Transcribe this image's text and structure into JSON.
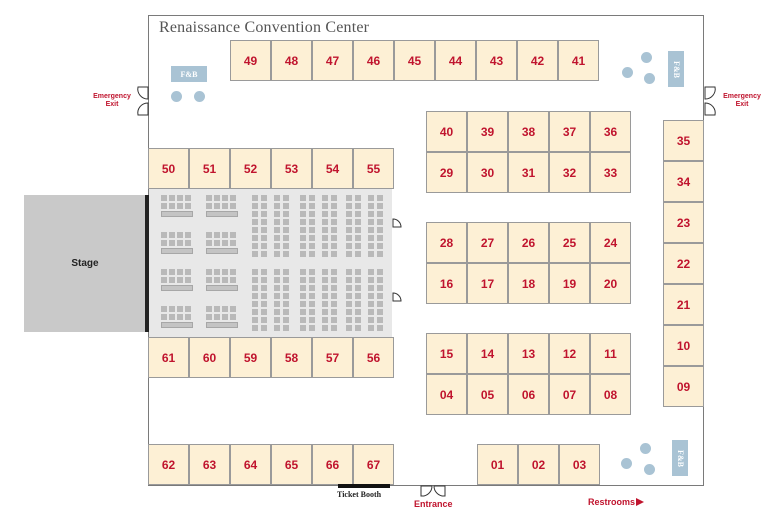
{
  "venue": {
    "title": "Renaissance Convention Center"
  },
  "stage": {
    "label": "Stage"
  },
  "labels": {
    "fb": "F&B",
    "emergency_exit": "Emergency Exit",
    "ticket_booth": "Ticket Booth",
    "entrance": "Entrance",
    "restrooms": "Restrooms"
  },
  "booths": {
    "top_row": [
      "49",
      "48",
      "47",
      "46",
      "45",
      "44",
      "43",
      "42",
      "41"
    ],
    "upper_left_row": [
      "50",
      "51",
      "52",
      "53",
      "54",
      "55"
    ],
    "lower_left_row": [
      "61",
      "60",
      "59",
      "58",
      "57",
      "56"
    ],
    "bottom_left_row": [
      "62",
      "63",
      "64",
      "65",
      "66",
      "67"
    ],
    "bottom_right_row": [
      "01",
      "02",
      "03"
    ],
    "block_a_top": [
      "40",
      "39",
      "38",
      "37",
      "36"
    ],
    "block_a_bottom": [
      "29",
      "30",
      "31",
      "32",
      "33"
    ],
    "block_b_top": [
      "28",
      "27",
      "26",
      "25",
      "24"
    ],
    "block_b_bottom": [
      "16",
      "17",
      "18",
      "19",
      "20"
    ],
    "block_c_top": [
      "15",
      "14",
      "13",
      "12",
      "11"
    ],
    "block_c_bottom": [
      "04",
      "05",
      "06",
      "07",
      "08"
    ],
    "right_column": [
      "35",
      "34",
      "23",
      "22",
      "21",
      "10",
      "09"
    ]
  },
  "colors": {
    "booth_fill": "#fdf0d5",
    "booth_text": "#c0142e",
    "fb_fill": "#a9c3d4",
    "stage_fill": "#c9c9c9"
  }
}
